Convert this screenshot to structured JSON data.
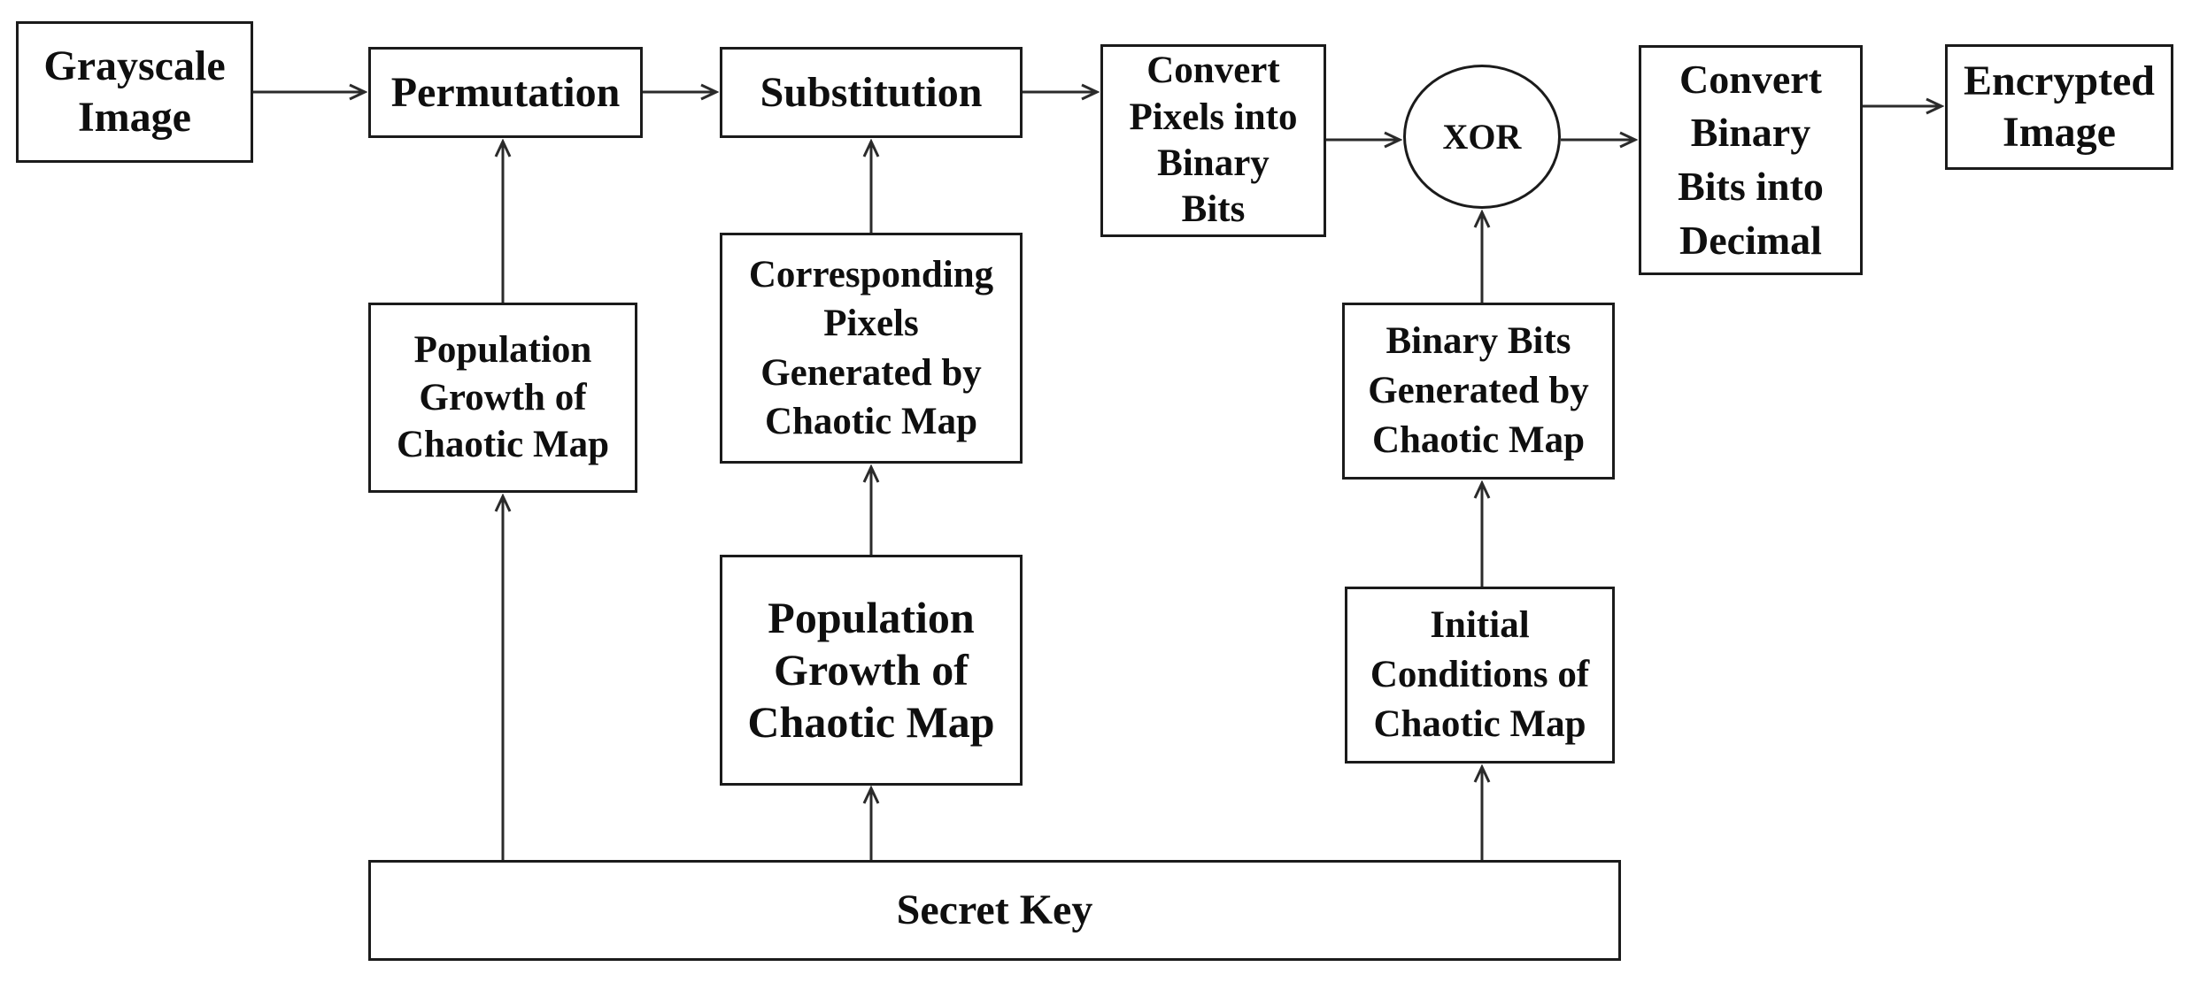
{
  "diagram": {
    "type": "flowchart",
    "background_color": "#ffffff",
    "stroke_color": "#1b1b1b",
    "text_color": "#0f0f0f",
    "nodes": [
      {
        "id": "grayscale-image",
        "shape": "rect",
        "label": "Grayscale\nImage"
      },
      {
        "id": "permutation",
        "shape": "rect",
        "label": "Permutation"
      },
      {
        "id": "substitution",
        "shape": "rect",
        "label": "Substitution"
      },
      {
        "id": "convert-pixels-into-binary-bits",
        "shape": "rect",
        "label": "Convert\nPixels into\nBinary\nBits"
      },
      {
        "id": "xor",
        "shape": "circle",
        "label": "XOR"
      },
      {
        "id": "convert-binary-bits-into-decimal",
        "shape": "rect",
        "label": "Convert\nBinary\nBits into\nDecimal"
      },
      {
        "id": "encrypted-image",
        "shape": "rect",
        "label": "Encrypted\nImage"
      },
      {
        "id": "population-growth-of-chaotic-map-left",
        "shape": "rect",
        "label": "Population\nGrowth of\nChaotic Map"
      },
      {
        "id": "corresponding-pixels-generated-by-chaotic-map",
        "shape": "rect",
        "label": "Corresponding\nPixels\nGenerated by\nChaotic Map"
      },
      {
        "id": "binary-bits-generated-by-chaotic-map",
        "shape": "rect",
        "label": "Binary Bits\nGenerated by\nChaotic Map"
      },
      {
        "id": "population-growth-of-chaotic-map-center",
        "shape": "rect",
        "label": "Population\nGrowth of\nChaotic Map"
      },
      {
        "id": "initial-conditions-of-chaotic-map",
        "shape": "rect",
        "label": "Initial\nConditions of\nChaotic Map"
      },
      {
        "id": "secret-key",
        "shape": "rect",
        "label": "Secret Key"
      }
    ],
    "edges": [
      {
        "from": "grayscale-image",
        "to": "permutation"
      },
      {
        "from": "permutation",
        "to": "substitution"
      },
      {
        "from": "substitution",
        "to": "convert-pixels-into-binary-bits"
      },
      {
        "from": "convert-pixels-into-binary-bits",
        "to": "xor"
      },
      {
        "from": "xor",
        "to": "convert-binary-bits-into-decimal"
      },
      {
        "from": "convert-binary-bits-into-decimal",
        "to": "encrypted-image"
      },
      {
        "from": "population-growth-of-chaotic-map-left",
        "to": "permutation"
      },
      {
        "from": "secret-key",
        "to": "population-growth-of-chaotic-map-left"
      },
      {
        "from": "corresponding-pixels-generated-by-chaotic-map",
        "to": "substitution"
      },
      {
        "from": "population-growth-of-chaotic-map-center",
        "to": "corresponding-pixels-generated-by-chaotic-map"
      },
      {
        "from": "secret-key",
        "to": "population-growth-of-chaotic-map-center"
      },
      {
        "from": "binary-bits-generated-by-chaotic-map",
        "to": "xor"
      },
      {
        "from": "initial-conditions-of-chaotic-map",
        "to": "binary-bits-generated-by-chaotic-map"
      },
      {
        "from": "secret-key",
        "to": "initial-conditions-of-chaotic-map"
      }
    ]
  }
}
